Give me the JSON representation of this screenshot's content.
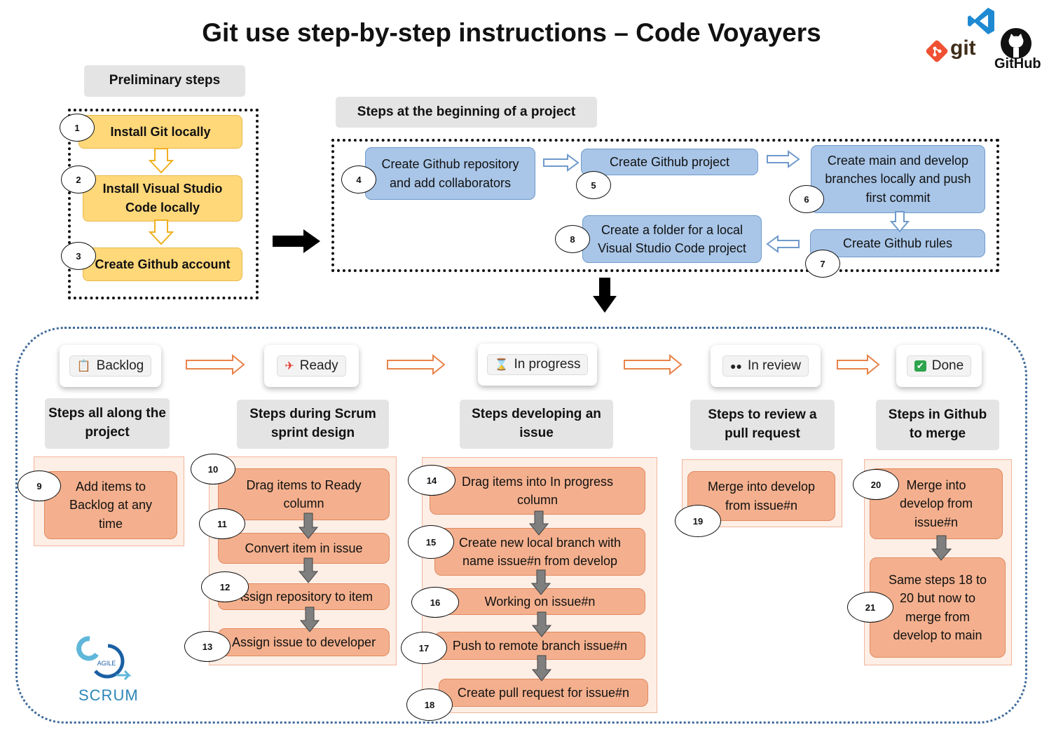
{
  "title": "Git use step-by-step instructions – Code Voyayers",
  "logos": {
    "git": "git",
    "github": "GitHub",
    "vscode_icon": "vscode-logo-icon",
    "scrum_agile": "AGILE",
    "scrum": "SCRUM"
  },
  "preliminary": {
    "header": "Preliminary steps",
    "steps": [
      {
        "num": "1",
        "label": "Install Git locally"
      },
      {
        "num": "2",
        "label": "Install Visual Studio Code locally"
      },
      {
        "num": "3",
        "label": "Create Github account"
      }
    ]
  },
  "beginning": {
    "header": "Steps at the beginning of a project",
    "steps": [
      {
        "num": "4",
        "label": "Create Github repository and add collaborators"
      },
      {
        "num": "5",
        "label": "Create Github project"
      },
      {
        "num": "6",
        "label": "Create main and develop branches locally and push first commit"
      },
      {
        "num": "7",
        "label": "Create Github rules"
      },
      {
        "num": "8",
        "label": "Create a folder for a local Visual Studio Code project"
      }
    ]
  },
  "columns": [
    {
      "tab": "Backlog",
      "icon": "clipboard-icon",
      "header": "Steps all along the project",
      "steps": [
        {
          "num": "9",
          "label": "Add items to Backlog at any time"
        }
      ]
    },
    {
      "tab": "Ready",
      "icon": "rocket-icon",
      "header": "Steps during Scrum sprint design",
      "steps": [
        {
          "num": "10",
          "label": "Drag items to Ready column"
        },
        {
          "num": "11",
          "label": "Convert item in issue"
        },
        {
          "num": "12",
          "label": "Assign repository to item"
        },
        {
          "num": "13",
          "label": "Assign issue to developer"
        }
      ]
    },
    {
      "tab": "In progress",
      "icon": "hourglass-icon",
      "header": "Steps developing an issue",
      "steps": [
        {
          "num": "14",
          "label": "Drag items into In progress column"
        },
        {
          "num": "15",
          "label": "Create new local branch with name issue#n from develop"
        },
        {
          "num": "16",
          "label": "Working on issue#n"
        },
        {
          "num": "17",
          "label": "Push to remote branch issue#n"
        },
        {
          "num": "18",
          "label": "Create pull request for issue#n"
        }
      ]
    },
    {
      "tab": "In review",
      "icon": "eyes-icon",
      "header": "Steps to review a pull request",
      "steps": [
        {
          "num": "19",
          "label": "Merge into develop from issue#n"
        }
      ]
    },
    {
      "tab": "Done",
      "icon": "check-icon",
      "header": "Steps in Github to merge",
      "steps": [
        {
          "num": "20",
          "label": "Merge into develop from issue#n"
        },
        {
          "num": "21",
          "label": "Same steps 18 to 20 but now to merge from develop to main"
        }
      ]
    }
  ],
  "colors": {
    "yellow": "#ffd87a",
    "blue": "#a9c6e8",
    "orange": "#f4b08e",
    "panel": "#fdeee6",
    "scrum_border": "#3e6a9a"
  }
}
